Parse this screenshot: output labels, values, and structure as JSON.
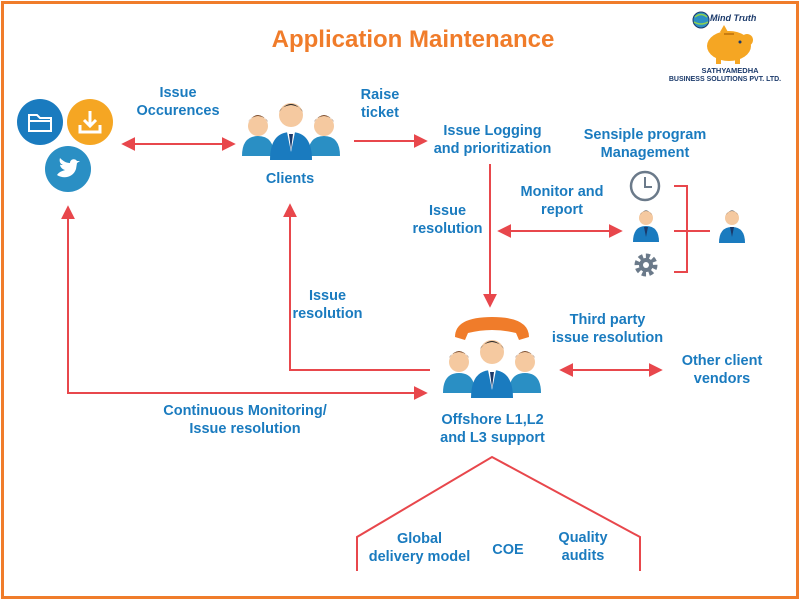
{
  "title": "Application Maintenance",
  "logo": {
    "brand": "Mind Truth",
    "company_line1": "SATHYAMEDHA",
    "company_line2": "BUSINESS SOLUTIONS PVT. LTD."
  },
  "labels": {
    "issue_occurences": [
      "Issue",
      "Occurences"
    ],
    "raise_ticket": [
      "Raise",
      "ticket"
    ],
    "issue_logging": [
      "Issue Logging",
      "and prioritization"
    ],
    "sensiple": [
      "Sensiple program",
      "Management"
    ],
    "clients": "Clients",
    "monitor_report": [
      "Monitor and",
      "report"
    ],
    "issue_resolution_top": [
      "Issue",
      "resolution"
    ],
    "issue_resolution_mid": [
      "Issue",
      "resolution"
    ],
    "third_party": [
      "Third party",
      "issue resolution"
    ],
    "other_vendors": [
      "Other client",
      "vendors"
    ],
    "continuous": [
      "Continuous Monitoring/",
      "Issue resolution"
    ],
    "offshore": [
      "Offshore L1,L2",
      "and L3 support"
    ],
    "global_delivery": [
      "Global",
      "delivery model"
    ],
    "coe": "COE",
    "quality_audits": [
      "Quality",
      "audits"
    ]
  },
  "colors": {
    "accent": "#f07c2a",
    "text": "#1a7bbf",
    "arrow": "#e8474c",
    "icon_blue": "#1a7bbf",
    "icon_orange": "#f5a623",
    "icon_teal": "#2a8fc4",
    "gray": "#6b7a8a"
  },
  "icons": [
    "folder-icon",
    "download-icon",
    "twitter-icon",
    "clock-icon",
    "person-icon",
    "gear-icon",
    "phone-icon",
    "piggy-bank-icon"
  ]
}
